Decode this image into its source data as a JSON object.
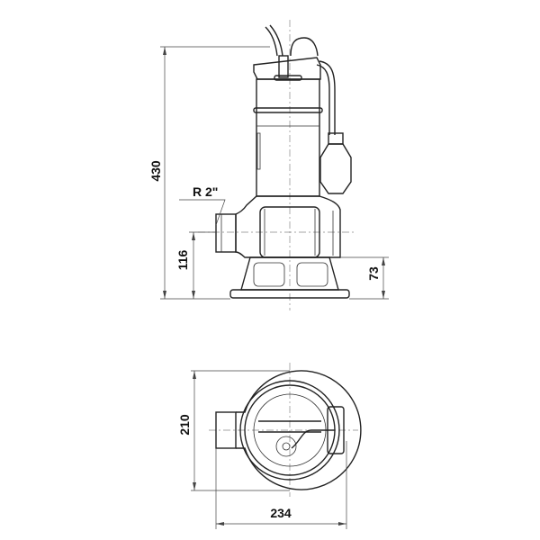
{
  "drawing": {
    "side_view": {
      "dimensions": {
        "overall_height": "430",
        "outlet_height": "116",
        "foot_height": "73",
        "outlet_thread": "R 2\""
      }
    },
    "top_view": {
      "dimensions": {
        "depth": "210",
        "width": "234"
      }
    }
  }
}
